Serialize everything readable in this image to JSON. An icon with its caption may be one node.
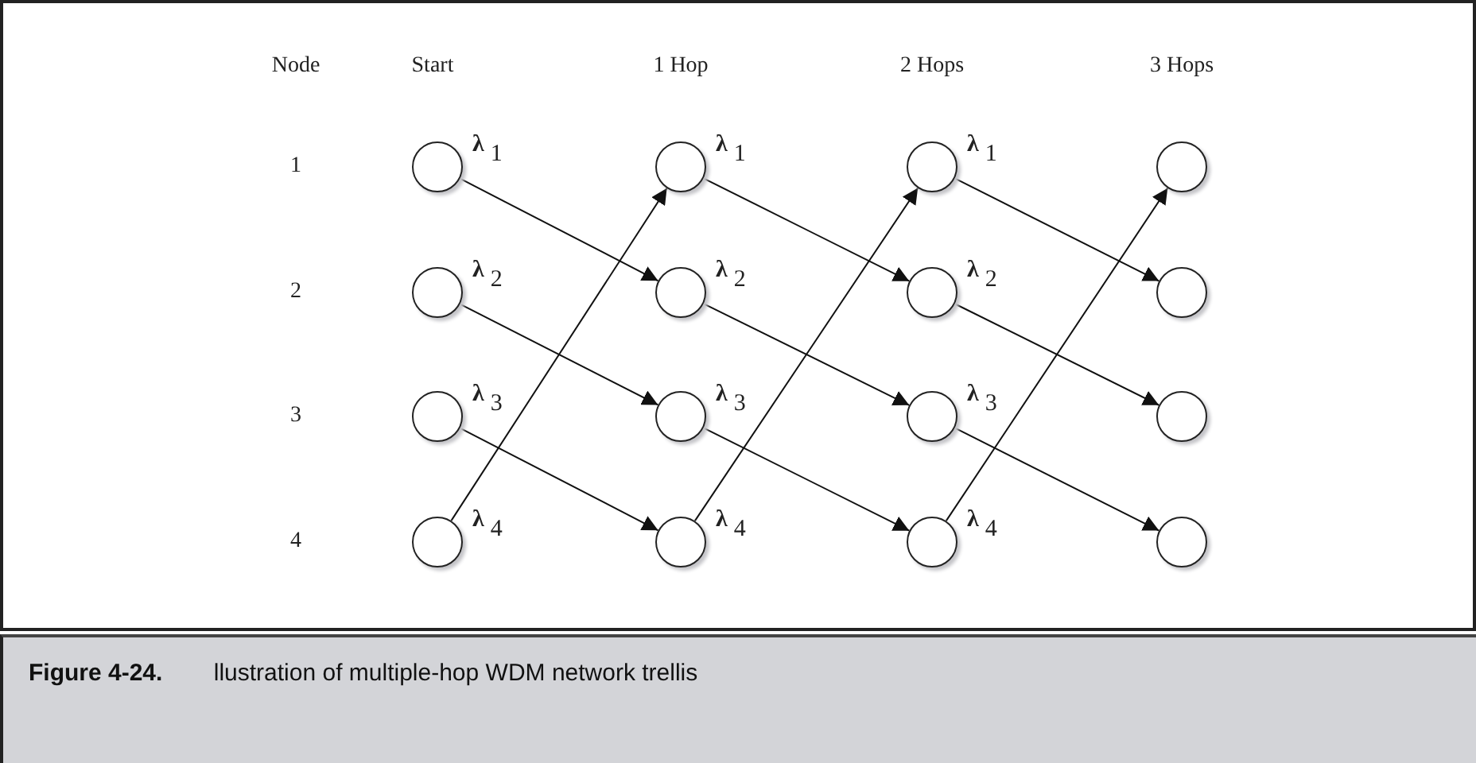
{
  "diagram": {
    "caption": "**Figure 4-24.** llustration of multiple-hop WDM network trellis",
    "nodes": [
      {
        "text": [],
        "shape": "circle",
        "beside": [
          "**λ**$_{1}$"
        ]
      },
      {
        "text": [],
        "shape": "circle",
        "beside": [
          "**λ**$_{1}$"
        ]
      },
      {
        "text": [],
        "shape": "circle",
        "beside": [
          "**λ**$_{1}$"
        ]
      },
      {
        "text": [],
        "shape": "circle"
      },
      {
        "text": [],
        "shape": "circle",
        "beside": [
          "**λ**$_{2}$"
        ]
      },
      {
        "text": [],
        "shape": "circle",
        "beside": [
          "**λ**$_{2}$"
        ]
      },
      {
        "text": [],
        "shape": "circle",
        "beside": [
          "**λ**$_{2}$"
        ]
      },
      {
        "text": [],
        "shape": "circle"
      },
      {
        "text": [],
        "shape": "circle",
        "beside": [
          "**λ**$_{3}$"
        ]
      },
      {
        "text": [],
        "shape": "circle",
        "beside": [
          "**λ**$_{3}$"
        ]
      },
      {
        "text": [],
        "shape": "circle",
        "beside": [
          "**λ**$_{3}$"
        ]
      },
      {
        "text": [],
        "shape": "circle"
      },
      {
        "text": [],
        "shape": "circle",
        "beside": [
          "**λ**$_{4}$"
        ]
      },
      {
        "text": [],
        "shape": "circle",
        "beside": [
          "**λ**$_{4}$"
        ]
      },
      {
        "text": [],
        "shape": "circle",
        "beside": [
          "**λ**$_{4}$"
        ]
      },
      {
        "text": [],
        "shape": "circle"
      }
    ],
    "edges": [
      {
        "from": 0,
        "to": 5,
        "arrow": "to"
      },
      {
        "from": 4,
        "to": 9,
        "arrow": "to"
      },
      {
        "from": 8,
        "to": 13,
        "arrow": "to"
      },
      {
        "from": 12,
        "to": 1,
        "arrow": "to"
      },
      {
        "from": 1,
        "to": 6,
        "arrow": "to"
      },
      {
        "from": 5,
        "to": 10,
        "arrow": "to"
      },
      {
        "from": 9,
        "to": 14,
        "arrow": "to"
      },
      {
        "from": 13,
        "to": 2,
        "arrow": "to"
      },
      {
        "from": 2,
        "to": 7,
        "arrow": "to"
      },
      {
        "from": 6,
        "to": 11,
        "arrow": "to"
      },
      {
        "from": 10,
        "to": 15,
        "arrow": "to"
      },
      {
        "from": 14,
        "to": 3,
        "arrow": "to"
      }
    ],
    "labels": [
      "Node",
      "Start",
      "1 Hop",
      "2 Hops",
      "3 Hops",
      "1",
      "2",
      "3",
      "4"
    ]
  }
}
